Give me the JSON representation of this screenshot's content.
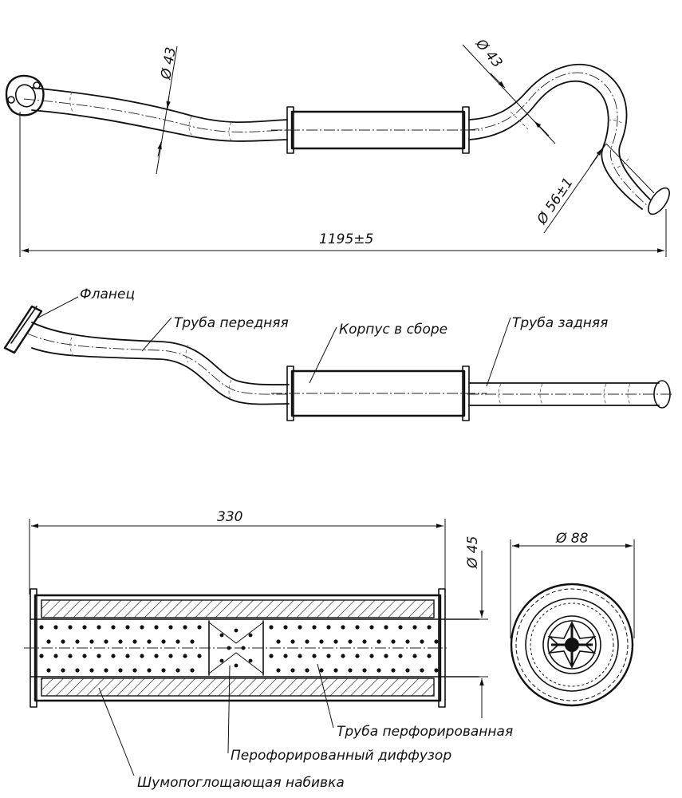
{
  "top_view": {
    "dim_flange_diameter": "Ø 43",
    "dim_rear_diameter": "Ø 43",
    "dim_outlet_diameter": "Ø 56±1",
    "dim_overall_length": "1195±5"
  },
  "side_view": {
    "label_flange": "Фланец",
    "label_front_pipe": "Труба передняя",
    "label_body": "Корпус в сборе",
    "label_rear_pipe": "Труба задняя"
  },
  "section_view": {
    "dim_length": "330",
    "dim_inner_diameter": "Ø 45",
    "label_perforated_pipe": "Труба перфорированная",
    "label_perforated_diffuser": "Перофорированный диффузор",
    "label_packing": "Шумопоглощающая набивка"
  },
  "end_view": {
    "dim_outer_diameter": "Ø 88"
  }
}
